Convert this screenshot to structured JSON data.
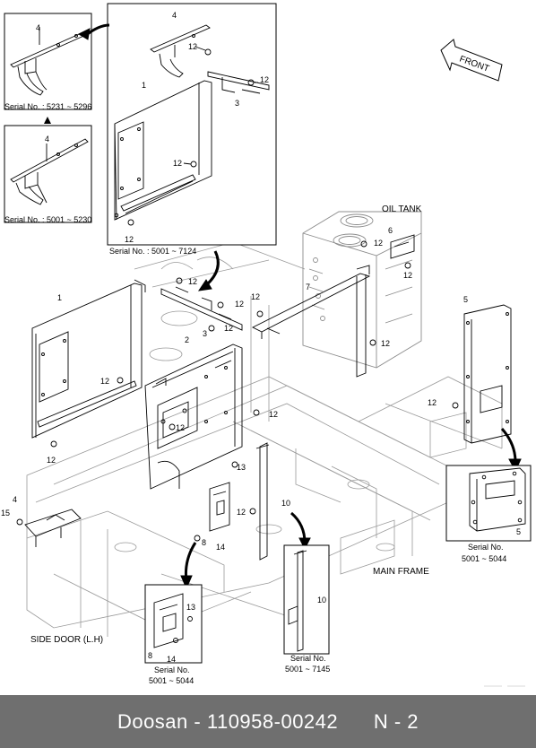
{
  "callouts": {
    "c4a": "4",
    "c4b": "4",
    "c4c": "4",
    "c4d": "4",
    "c12a": "12",
    "c12b": "12",
    "c12c": "12",
    "c12d": "12",
    "c12e": "12",
    "c12f": "12",
    "c12g": "12",
    "c12h": "12",
    "c12i": "12",
    "c12j": "12",
    "c12k": "12",
    "c12l": "12",
    "c12m": "12",
    "c12n": "12",
    "c12o": "12",
    "c12p": "12",
    "c12q": "12",
    "c1a": "1",
    "c1b": "1",
    "c2": "2",
    "c3a": "3",
    "c3b": "3",
    "c5a": "5",
    "c5b": "5",
    "c6": "6",
    "c7": "7",
    "c8a": "8",
    "c8b": "8",
    "c10a": "10",
    "c10b": "10",
    "c13a": "13",
    "c13b": "13",
    "c14a": "14",
    "c14b": "14",
    "c15": "15"
  },
  "labels": {
    "serial_5231": "Serial No. : 5231 ~ 5296",
    "serial_5001_5230": "Serial No. : 5001 ~ 5230",
    "serial_5001_7124": "Serial No. : 5001 ~ 7124",
    "oil_tank": "OIL TANK",
    "front": "FRONT",
    "main_frame": "MAIN FRAME",
    "side_door": "SIDE DOOR (L.H)",
    "serial_label": "Serial No.",
    "range_5044_right": "5001 ~ 5044",
    "range_5044_left": "5001 ~ 5044",
    "range_7145": "5001 ~ 7145"
  },
  "footer": {
    "brand": "Doosan",
    "sep": " - ",
    "part_number": "110958-00242",
    "page": "N - 2"
  }
}
